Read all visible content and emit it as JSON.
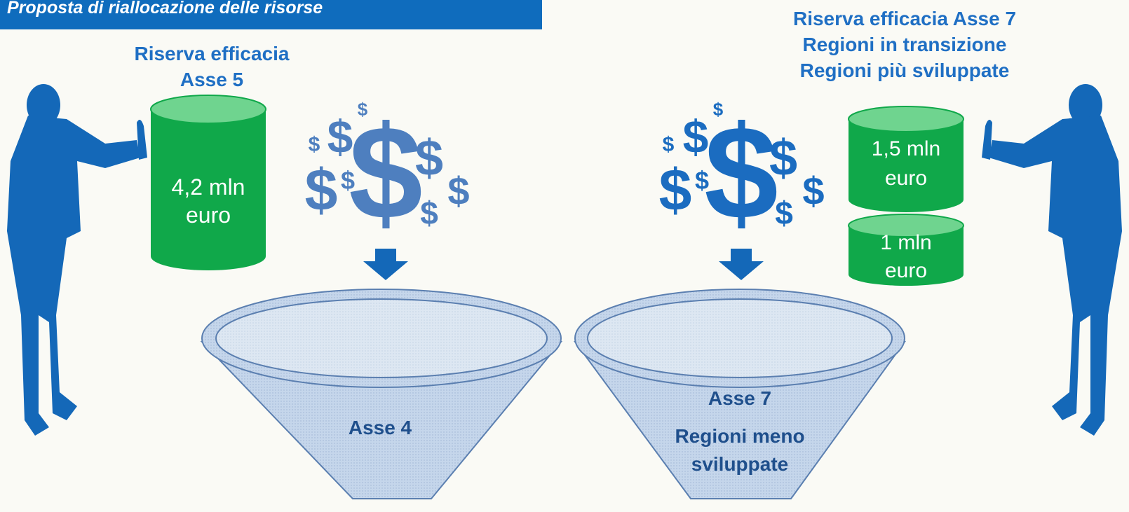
{
  "header": {
    "title": "Proposta di riallocazione delle risorse"
  },
  "left": {
    "heading_line1": "Riserva efficacia",
    "heading_line2": "Asse 5",
    "cylinder_line1": "4,2 mln",
    "cylinder_line2": "euro",
    "funnel_label": "Asse 4"
  },
  "right": {
    "heading_line1": "Riserva efficacia Asse 7",
    "heading_line2": "Regioni in transizione",
    "heading_line3": "Regioni più sviluppate",
    "cylinder_top_line1": "1,5 mln",
    "cylinder_top_line2": "euro",
    "cylinder_bottom_line1": "1 mln",
    "cylinder_bottom_line2": "euro",
    "funnel_label_line1": "Asse 7",
    "funnel_label_line2": "Regioni meno",
    "funnel_label_line3": "sviluppate"
  },
  "icons": {
    "dollar": "$",
    "person": "person-pushing-icon",
    "arrow": "arrow-down-icon"
  },
  "colors": {
    "banner": "#0f6cbd",
    "heading": "#1f6fc4",
    "person": "#1468b8",
    "cylinder": "#10a84a",
    "cylinder_top": "#6fd48f",
    "funnel_fill": "#c2d4ea",
    "funnel_stroke": "#5b7fb0",
    "funnel_text": "#1f4f8c",
    "dollar_left": "#4e7fbf",
    "dollar_right": "#1b6cc0"
  }
}
